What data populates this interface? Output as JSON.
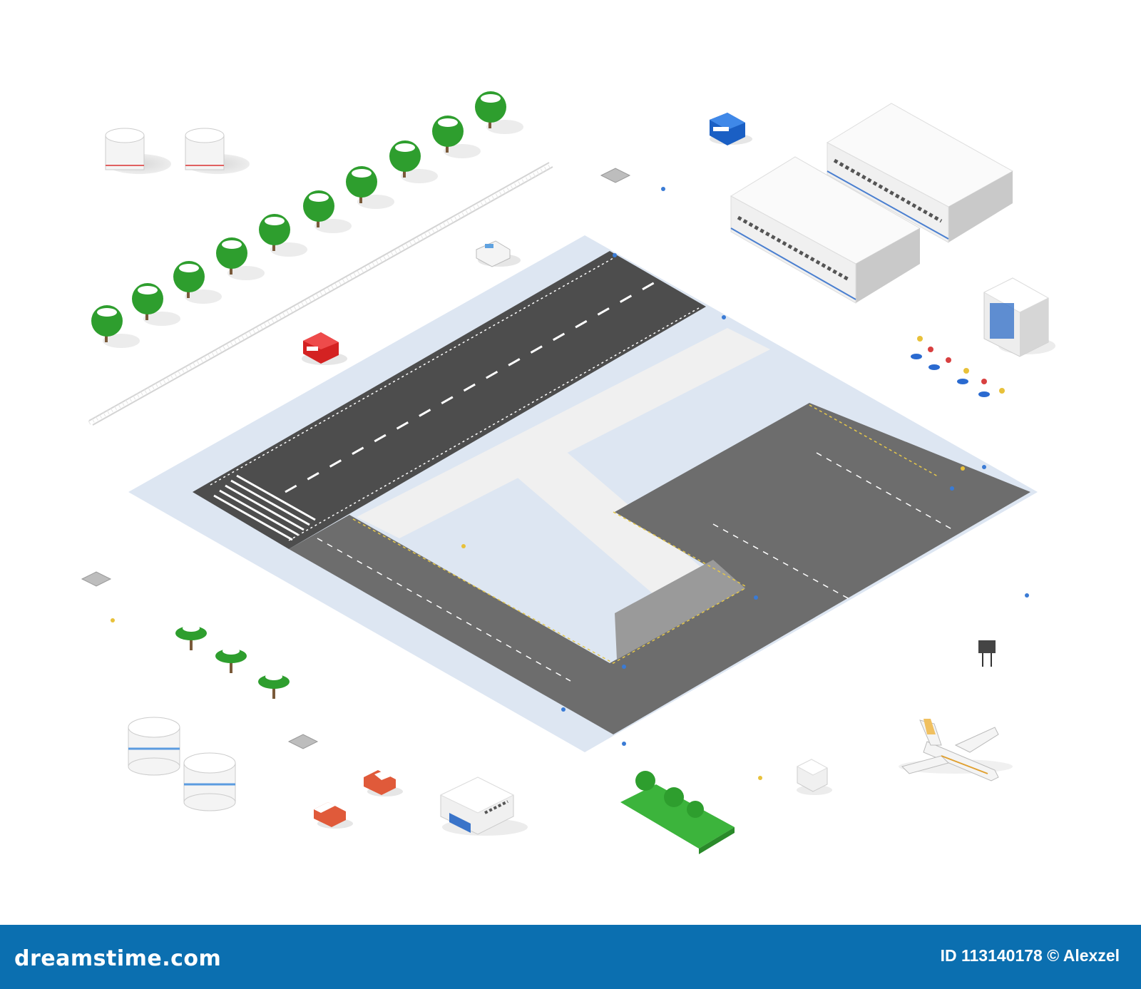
{
  "footer": {
    "site": "dreamstime.com",
    "id_label": "ID",
    "id_number": "113140178",
    "copyright_symbol": "©",
    "author": "Alexzel"
  },
  "colors": {
    "footer_bg": "#0b6fb0",
    "runway": "#4d4d4d",
    "taxiway": "#6d6d6d",
    "snow_ground": "#dde6f2",
    "path": "#f2f2f2",
    "tree_green": "#2e9e2e",
    "grass": "#3cb43c"
  },
  "icons": [
    "fuel-tank-icon",
    "tree-icon",
    "railway-icon",
    "bus-icon",
    "hangar-icon",
    "office-building-icon",
    "fire-truck-icon",
    "service-van-icon",
    "runway-light-icon",
    "manhole-icon",
    "water-tower-icon",
    "airplane-icon",
    "park-icon",
    "car-icon",
    "terminal-building-icon",
    "control-booth-icon"
  ]
}
